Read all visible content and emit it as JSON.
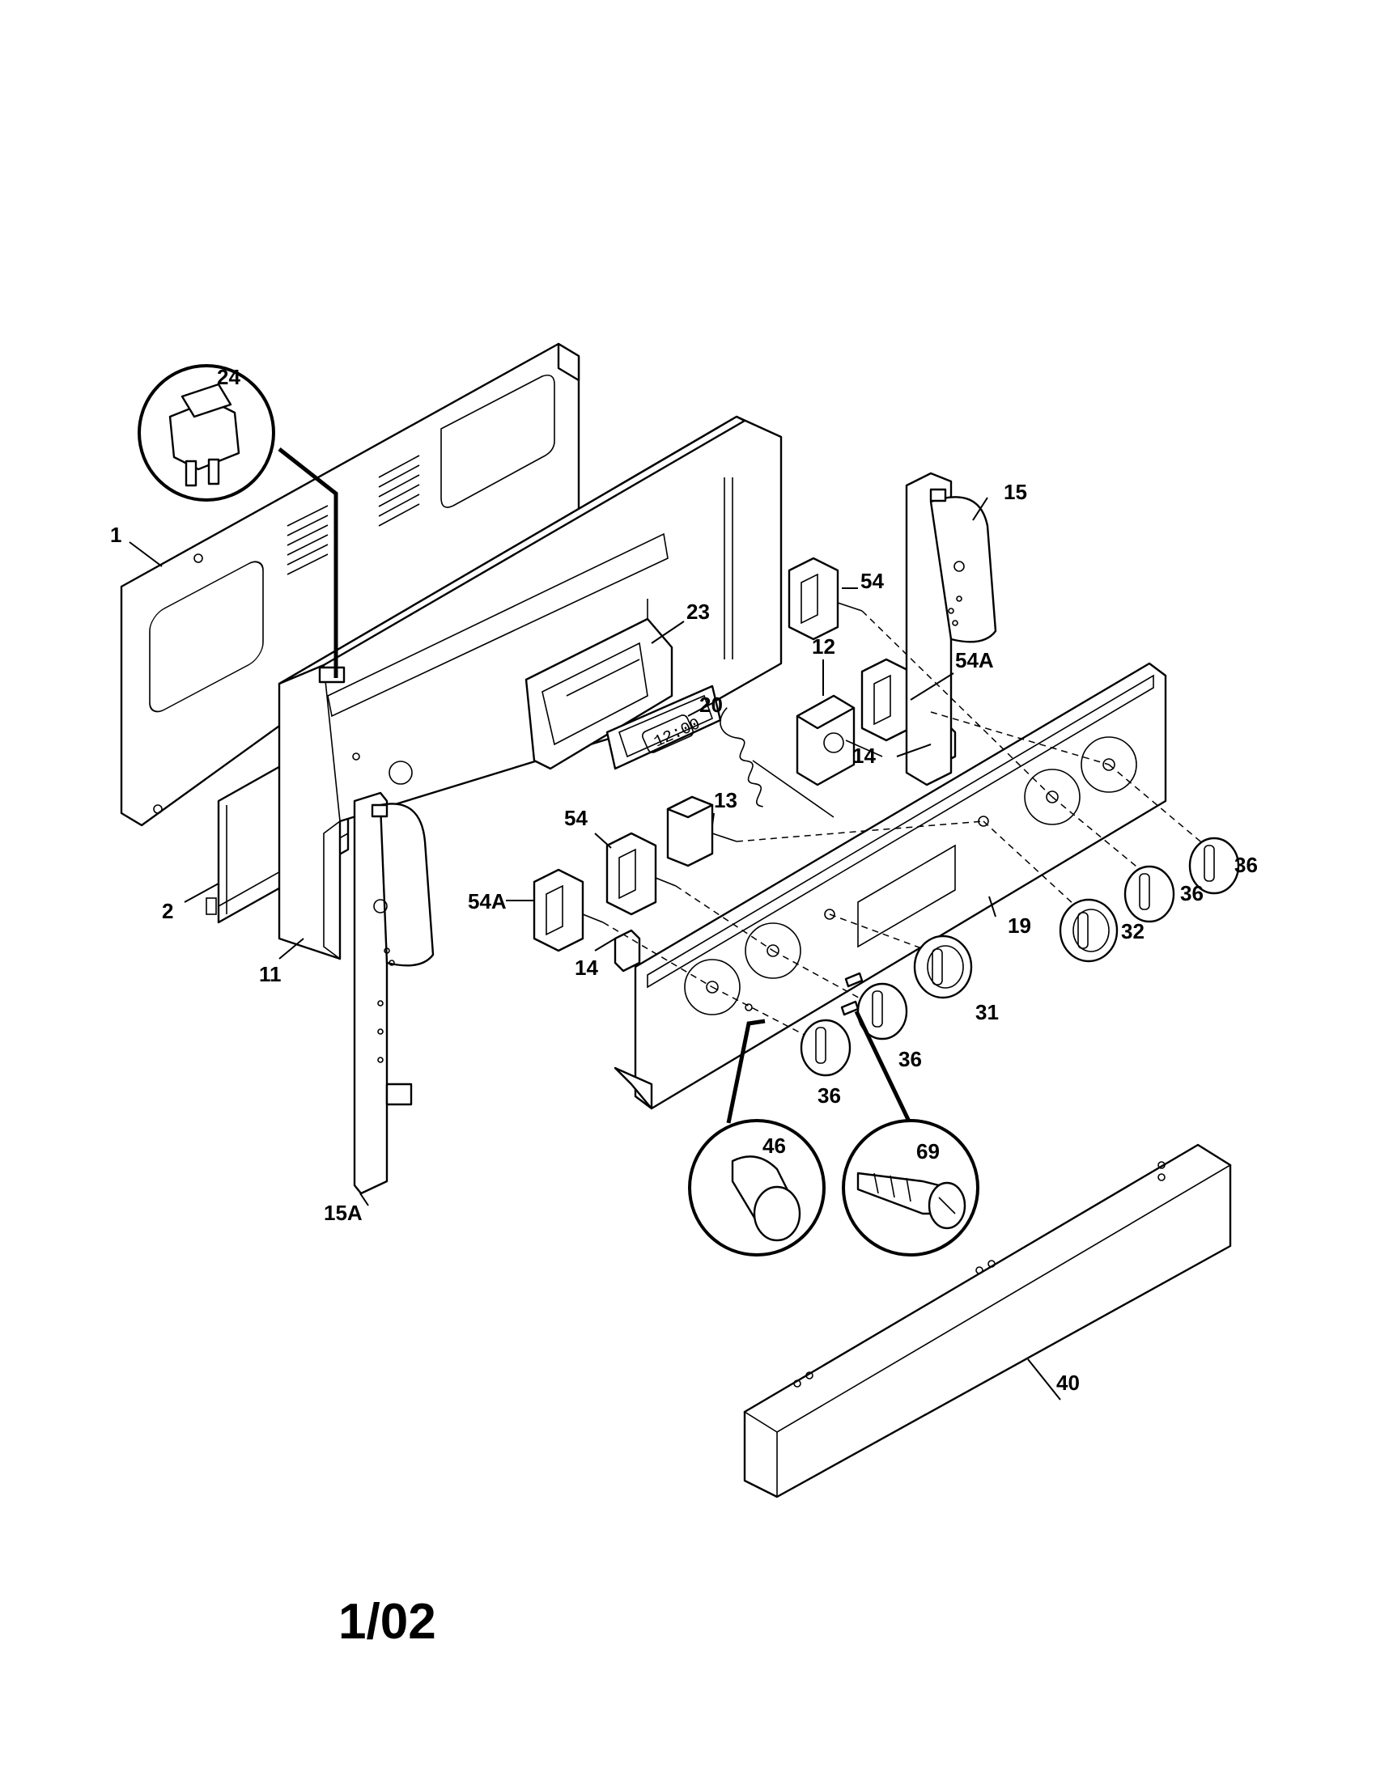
{
  "labels": {
    "l24": "24",
    "l1": "1",
    "l2": "2",
    "l11": "11",
    "l15a": "15A",
    "l23": "23",
    "l20": "20",
    "l12": "12",
    "l54_top": "54",
    "l15": "15",
    "l54a_right": "54A",
    "l14_right": "14",
    "l13": "13",
    "l54_mid": "54",
    "l54a_left": "54A",
    "l14_left": "14",
    "l19": "19",
    "l36_a": "36",
    "l36_b": "36",
    "l36_c": "36",
    "l36_d": "36",
    "l32": "32",
    "l31": "31",
    "l46": "46",
    "l69": "69",
    "l40": "40"
  },
  "clock_display": "12:00",
  "footer_date": "1/02"
}
